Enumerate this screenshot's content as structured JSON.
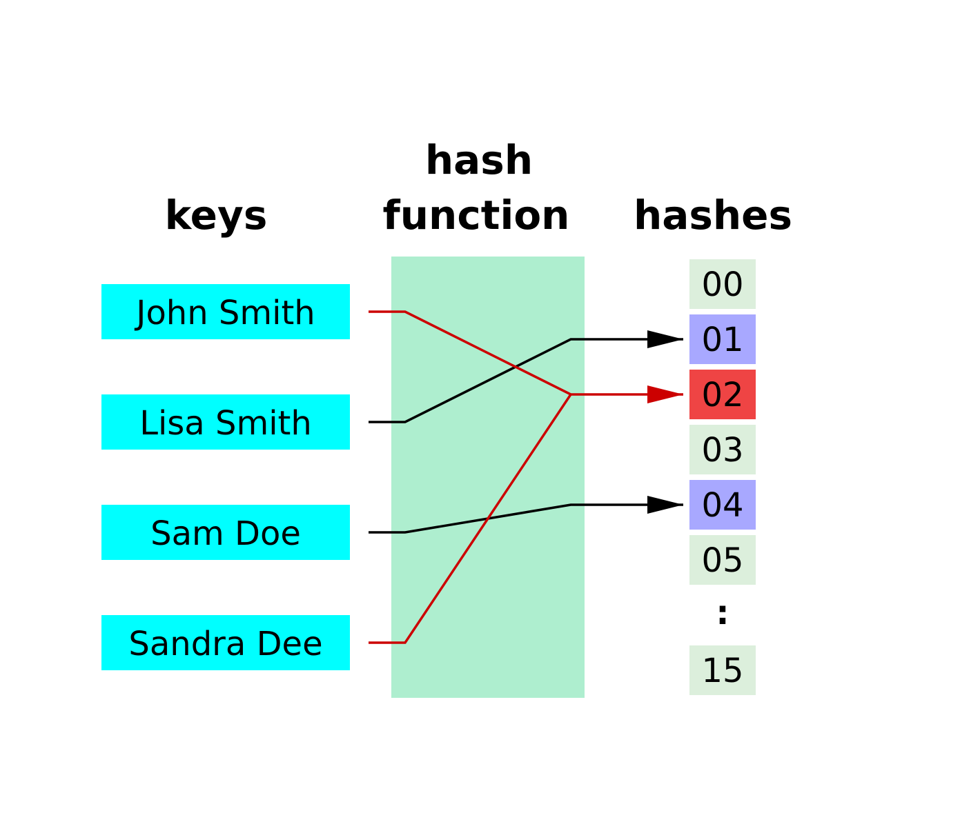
{
  "headings": {
    "keys": "keys",
    "hash_function_line1": "hash",
    "hash_function_line2": "function",
    "hashes": "hashes"
  },
  "keys": [
    {
      "label": "John Smith",
      "hash_index": 2,
      "collision": true
    },
    {
      "label": "Lisa Smith",
      "hash_index": 1,
      "collision": false
    },
    {
      "label": "Sam Doe",
      "hash_index": 4,
      "collision": false
    },
    {
      "label": "Sandra Dee",
      "hash_index": 2,
      "collision": true
    }
  ],
  "hashes": [
    {
      "label": "00",
      "state": "empty"
    },
    {
      "label": "01",
      "state": "used"
    },
    {
      "label": "02",
      "state": "collision"
    },
    {
      "label": "03",
      "state": "empty"
    },
    {
      "label": "04",
      "state": "used"
    },
    {
      "label": "05",
      "state": "empty"
    },
    {
      "label": ":",
      "state": "ellipsis"
    },
    {
      "label": "15",
      "state": "empty"
    }
  ],
  "colors": {
    "key_fill": "#00ffff",
    "function_fill": "#aeeecf",
    "hash_empty": "#dcefdc",
    "hash_used": "#a8a8ff",
    "hash_collision": "#ef4444",
    "line_normal": "#000000",
    "line_collision": "#cc0000"
  }
}
